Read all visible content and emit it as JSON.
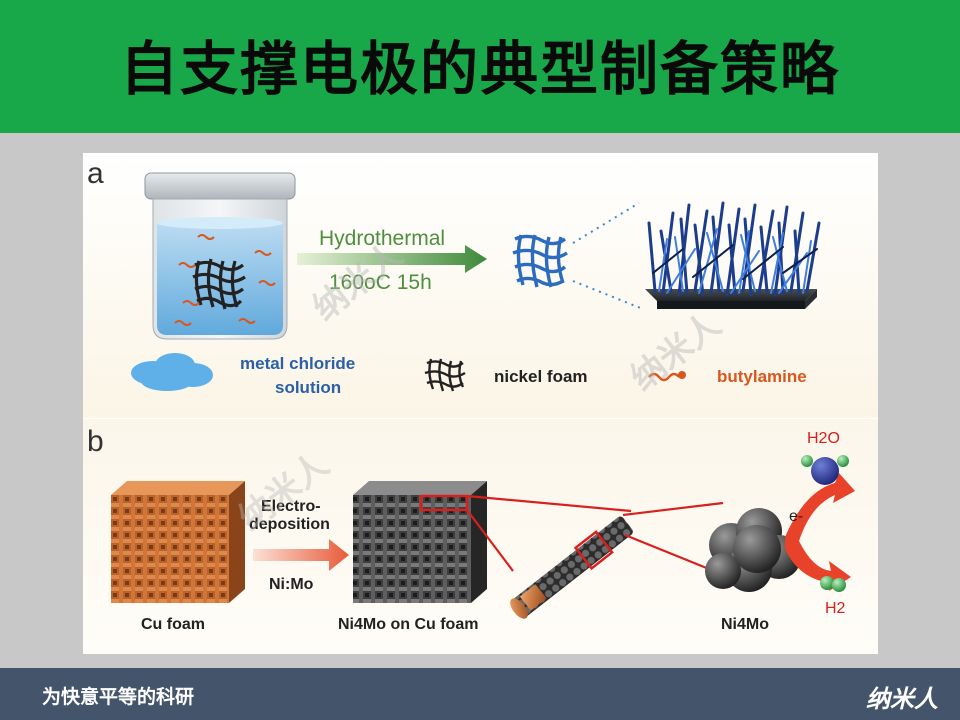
{
  "title": "自支撑电极的典型制备策略",
  "figure": {
    "panel_a": {
      "letter": "a",
      "arrow_top": "Hydrothermal",
      "arrow_bottom": "160oC  15h",
      "legend": {
        "solution_label_line1": "metal chloride",
        "solution_label_line2": "solution",
        "foam_label": "nickel foam",
        "amine_label": "butylamine"
      }
    },
    "panel_b": {
      "letter": "b",
      "arrow_line1": "Electro-",
      "arrow_line2": "deposition",
      "arrow_line3": "Ni:Mo",
      "cu_foam_label": "Cu foam",
      "product_label": "Ni4Mo on Cu foam",
      "particle_label": "Ni4Mo",
      "water_label": "H2O",
      "electron_label": "e-",
      "hydrogen_label": "H2"
    },
    "watermark": "纳米人"
  },
  "footer": {
    "slogan": "为快意平等的科研",
    "brand": "纳米人"
  },
  "colors": {
    "title_bar": "#18a84a",
    "footer": "#44546a",
    "hydro_arrow": "#3e8a3a",
    "electro_arrow": "#e85a3a",
    "label_blue": "#2b5fa8",
    "label_orange": "#d8571e",
    "red_line": "#d8211e"
  }
}
